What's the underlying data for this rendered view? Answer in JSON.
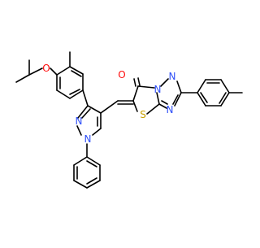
{
  "molecule": {
    "atom_labels": {
      "oxygen_ether": "O",
      "oxygen_carbonyl": "O",
      "nitrogen_pyrazole_n2": "N",
      "nitrogen_pyrazole_n1": "N",
      "nitrogen_triazole_bridge": "N",
      "nitrogen_triazole_n1": "N",
      "nitrogen_triazole_n4": "N",
      "sulfur": "S"
    },
    "colors": {
      "bond": "#000000",
      "oxygen": "#ff0d0d",
      "nitrogen": "#3050f8",
      "sulfur": "#c8a000"
    }
  }
}
